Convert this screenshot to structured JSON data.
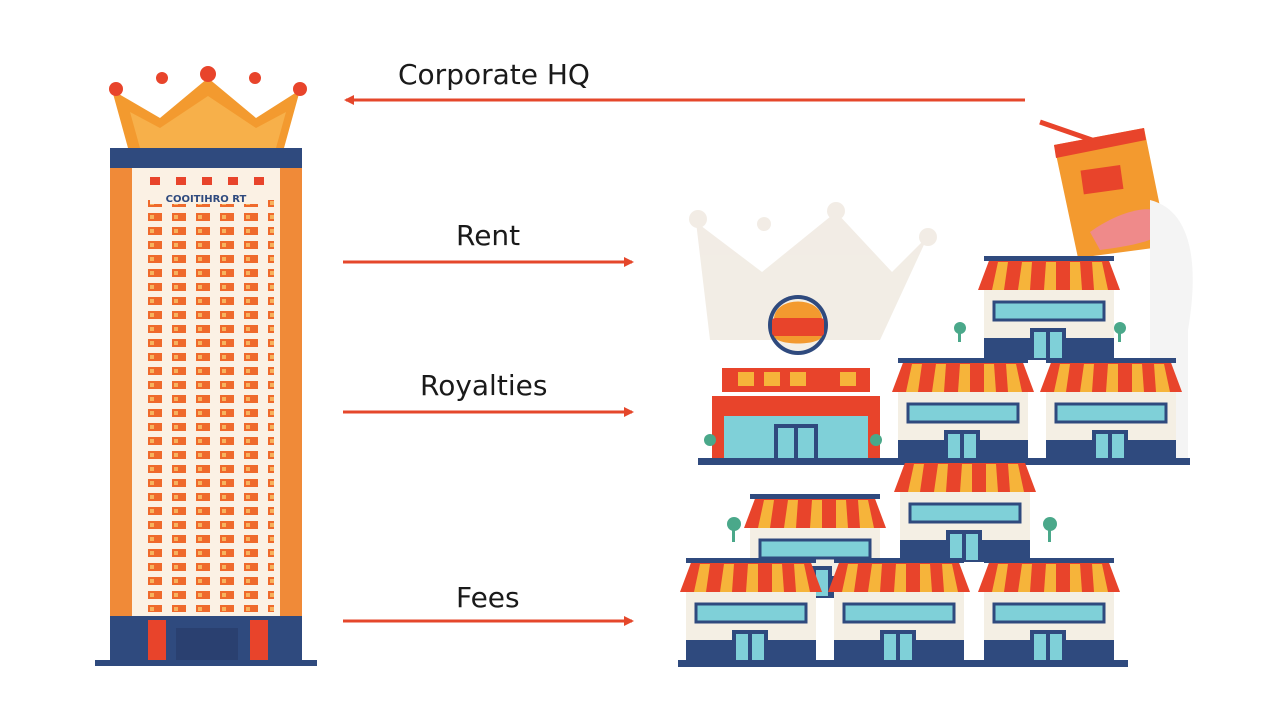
{
  "labels": {
    "corporate_hq": "Corporate HQ",
    "rent": "Rent",
    "royalties": "Royalties",
    "fees": "Fees"
  },
  "hq_building": {
    "sign_text": "COOITIHRO RT"
  },
  "colors": {
    "arrow": "#e5472b",
    "crown": "#f39a2f",
    "navy": "#2f4a7e",
    "awning_red": "#e8442b",
    "awning_yellow": "#f6b43a",
    "window_teal": "#7fd0d8"
  }
}
